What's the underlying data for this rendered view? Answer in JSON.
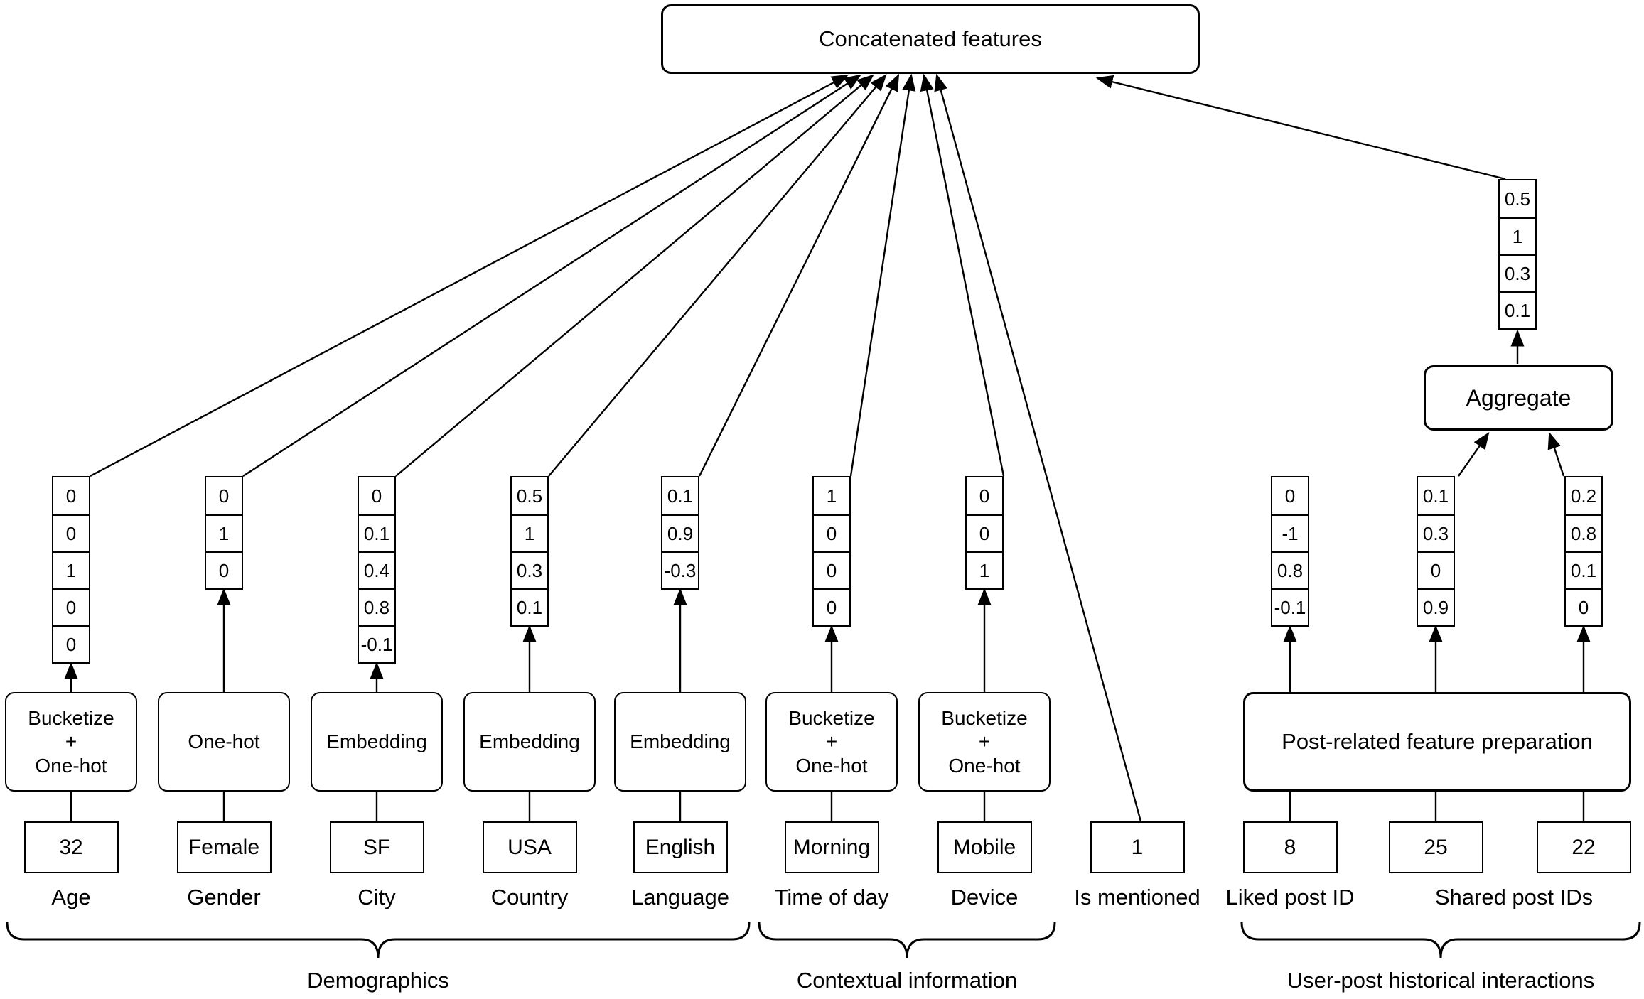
{
  "diagram": {
    "title_box": "Concatenated features",
    "aggregate_box": "Aggregate",
    "post_prep_box": "Post-related feature preparation",
    "colors": {
      "line": "#000000",
      "background": "#ffffff",
      "box_fill": "#ffffff"
    }
  },
  "columns": [
    {
      "label": "Age",
      "input": "32",
      "transform": "Bucketize\n+\nOne-hot",
      "vector": [
        "0",
        "0",
        "1",
        "0",
        "0"
      ]
    },
    {
      "label": "Gender",
      "input": "Female",
      "transform": "One-hot",
      "vector": [
        "0",
        "1",
        "0"
      ]
    },
    {
      "label": "City",
      "input": "SF",
      "transform": "Embedding",
      "vector": [
        "0",
        "0.1",
        "0.4",
        "0.8",
        "-0.1"
      ]
    },
    {
      "label": "Country",
      "input": "USA",
      "transform": "Embedding",
      "vector": [
        "0.5",
        "1",
        "0.3",
        "0.1"
      ]
    },
    {
      "label": "Language",
      "input": "English",
      "transform": "Embedding",
      "vector": [
        "0.1",
        "0.9",
        "-0.3"
      ]
    },
    {
      "label": "Time of day",
      "input": "Morning",
      "transform": "Bucketize\n+\nOne-hot",
      "vector": [
        "1",
        "0",
        "0",
        "0"
      ]
    },
    {
      "label": "Device",
      "input": "Mobile",
      "transform": "Bucketize\n+\nOne-hot",
      "vector": [
        "0",
        "0",
        "1"
      ]
    },
    {
      "label": "Is mentioned",
      "input": "1",
      "transform": null,
      "vector": null
    },
    {
      "label": "Liked post ID",
      "input": "8",
      "transform": null,
      "vector": [
        "0",
        "-1",
        "0.8",
        "-0.1"
      ]
    },
    {
      "label": null,
      "input": "25",
      "transform": null,
      "vector": [
        "0.1",
        "0.3",
        "0",
        "0.9"
      ]
    },
    {
      "label": null,
      "input": "22",
      "transform": null,
      "vector": [
        "0.2",
        "0.8",
        "0.1",
        "0"
      ]
    }
  ],
  "shared_label": "Shared post IDs",
  "aggregate_vector": [
    "0.5",
    "1",
    "0.3",
    "0.1"
  ],
  "groups": [
    {
      "label": "Demographics"
    },
    {
      "label": "Contextual information"
    },
    {
      "label": "User-post historical interactions"
    }
  ]
}
